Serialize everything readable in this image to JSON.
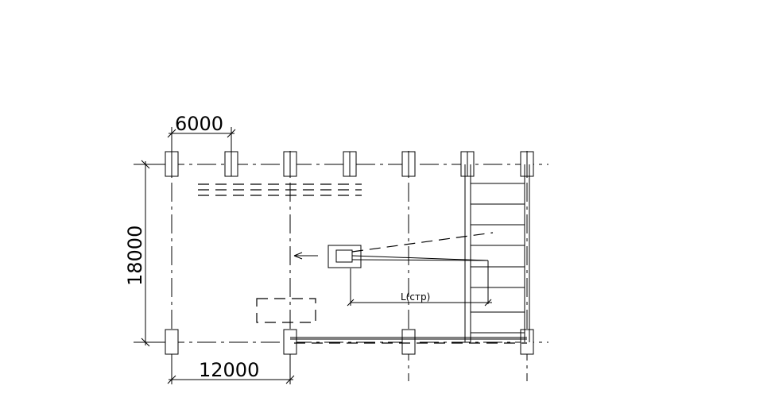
{
  "drawing": {
    "dimensions": {
      "top_span": "6000",
      "left_span": "18000",
      "bottom_span": "12000"
    },
    "annotation": {
      "span_label": "L(стр)"
    }
  }
}
